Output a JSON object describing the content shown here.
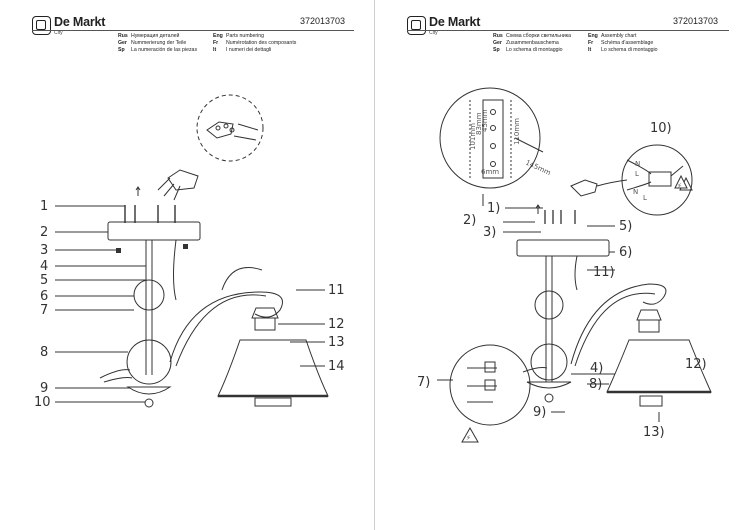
{
  "brand": {
    "name": "De Markt",
    "sub": "City"
  },
  "left_page": {
    "doc_number": "372013703",
    "header": [
      {
        "code": "Rus",
        "text": "Нумерация деталей"
      },
      {
        "code": "Ger",
        "text": "Nummerierung der Teile"
      },
      {
        "code": "Sp",
        "text": "La numeración de las piezas"
      },
      {
        "code": "Eng",
        "text": "Parts numbering"
      },
      {
        "code": "Fr",
        "text": "Numérotation des composants"
      },
      {
        "code": "It",
        "text": "I numeri dei dettagli"
      }
    ],
    "part_numbers": [
      "1",
      "2",
      "3",
      "4",
      "5",
      "6",
      "7",
      "8",
      "9",
      "10",
      "11",
      "12",
      "13",
      "14"
    ]
  },
  "right_page": {
    "doc_number": "372013703",
    "header": [
      {
        "code": "Rus",
        "text": "Схема сборки светильника"
      },
      {
        "code": "Ger",
        "text": "Zusammenbauschema"
      },
      {
        "code": "Sp",
        "text": "Lo schema di montaggio"
      },
      {
        "code": "Eng",
        "text": "Assembly chart"
      },
      {
        "code": "Fr",
        "text": "Schéma d'assemblage"
      },
      {
        "code": "It",
        "text": "Lo schema di montaggio"
      }
    ],
    "step_numbers": [
      "1)",
      "2)",
      "3)",
      "4)",
      "5)",
      "6)",
      "7)",
      "8)",
      "9)",
      "10)",
      "11)",
      "12)",
      "13)"
    ],
    "dimension_labels": [
      "101mm",
      "83mm",
      "45mm",
      "110mm",
      "145mm",
      "6mm"
    ],
    "wire_labels": [
      "N",
      "L",
      "N",
      "L"
    ]
  }
}
